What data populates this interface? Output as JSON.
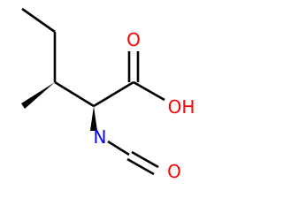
{
  "molecule": {
    "atoms": {
      "carbonyl_oxygen": {
        "label": "O",
        "color": "#ff0000"
      },
      "hydroxyl": {
        "label": "OH",
        "color": "#ff0000"
      },
      "nitrogen": {
        "label": "N",
        "color": "#0000ff"
      },
      "isocyanate_oxygen": {
        "label": "O",
        "color": "#ff0000"
      }
    },
    "bond_color": "#000000",
    "background": "#ffffff"
  }
}
